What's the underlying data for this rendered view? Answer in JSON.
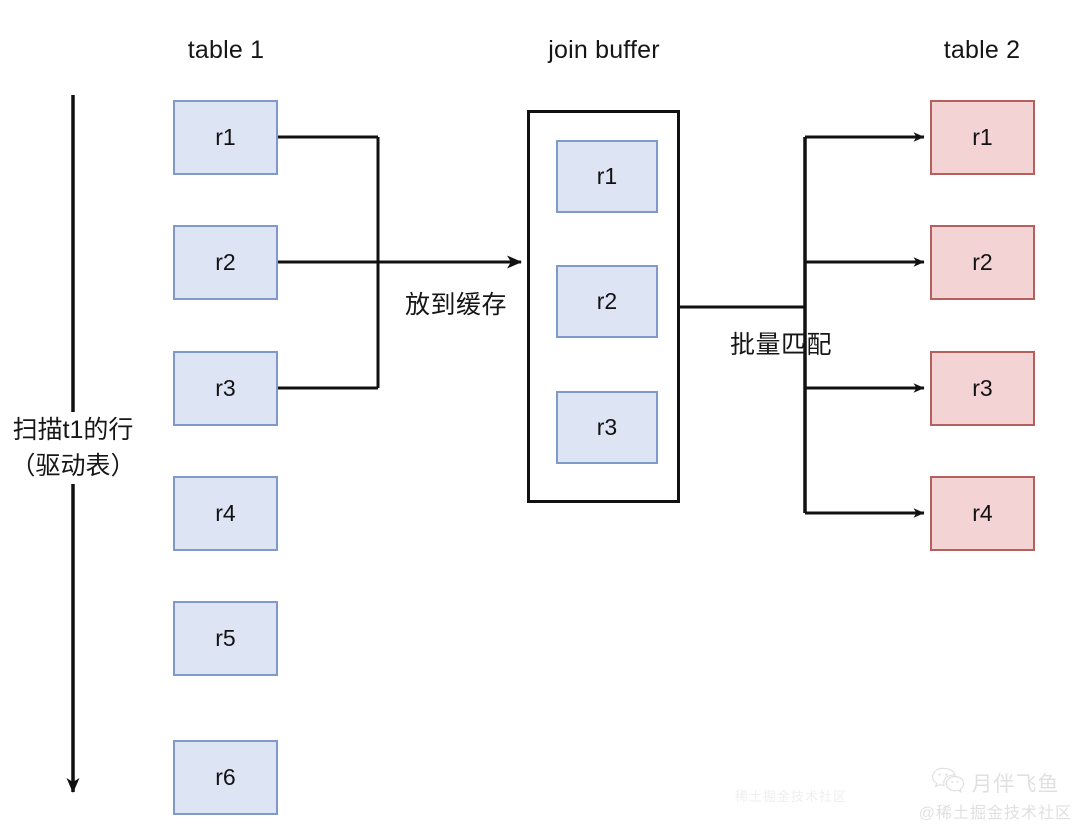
{
  "diagram": {
    "title_table1": "table 1",
    "title_buffer": "join buffer",
    "title_table2": "table 2",
    "scan_label_line1": "扫描t1的行",
    "scan_label_line2": "（驱动表）",
    "edge_label_to_buffer": "放到缓存",
    "edge_label_batch_match": "批量匹配",
    "table1_rows": [
      "r1",
      "r2",
      "r3",
      "r4",
      "r5",
      "r6"
    ],
    "buffer_rows": [
      "r1",
      "r2",
      "r3"
    ],
    "table2_rows": [
      "r1",
      "r2",
      "r3",
      "r4"
    ],
    "colors": {
      "blue_fill": "#dde5f5",
      "blue_border": "#7f99c9",
      "red_fill": "#f3d3d3",
      "red_border": "#b5605c",
      "line": "#111111",
      "background": "#ffffff"
    }
  },
  "watermark": {
    "name": "月伴飞鱼",
    "handle": "@稀土掘金技术社区",
    "icon": "wechat-icon",
    "faint_text": "稀土掘金技术社区"
  }
}
